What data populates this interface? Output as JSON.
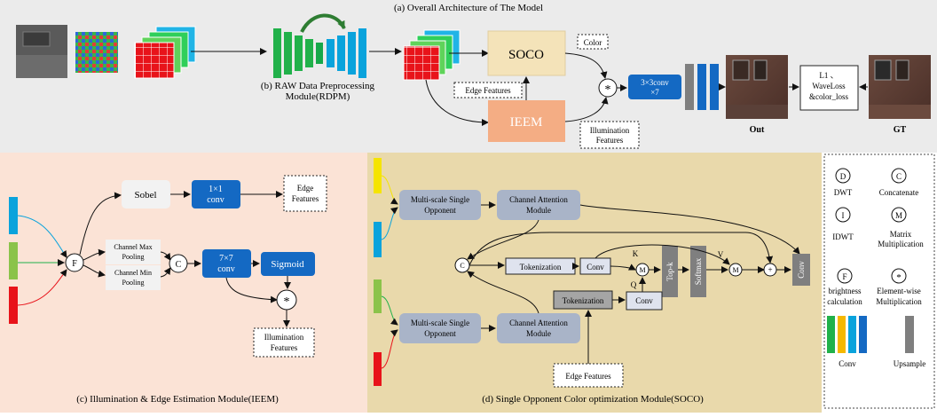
{
  "panel_a": {
    "title": "(a) Overall Architecture of The Model",
    "rdpm_line1": "(b) RAW Data Preprocessing",
    "rdpm_line2": "Module(RDPM)",
    "soco_label": "SOCO",
    "ieem_label": "IEEM",
    "color_label": "Color",
    "edge_features": "Edge Features",
    "illum_line1": "Illumination",
    "illum_line2": "Features",
    "conv_line1": "3×3conv",
    "conv_line2": "×7",
    "loss_line1": "L1 、",
    "loss_line2": "WaveLoss",
    "loss_line3": "&color_loss",
    "out_label": "Out",
    "gt_label": "GT",
    "star_symbol": "*"
  },
  "panel_c": {
    "title": "(c) Illumination & Edge Estimation Module(IEEM)",
    "sobel": "Sobel",
    "conv1_line1": "1×1",
    "conv1_line2": "conv",
    "edge_line1": "Edge",
    "edge_line2": "Features",
    "f_symbol": "F",
    "max_line1": "Channel Max",
    "max_line2": "Pooling",
    "min_line1": "Channel Min",
    "min_line2": "Pooling",
    "c_symbol": "C",
    "conv7_line1": "7×7",
    "conv7_line2": "conv",
    "sigmoid": "Sigmoid",
    "star_symbol": "*",
    "illum_line1": "Illumination",
    "illum_line2": "Features"
  },
  "panel_d": {
    "title": "(d) Single Opponent Color optimization Module(SOCO)",
    "msso_line1": "Multi-scale Single",
    "msso_line2": "Opponent",
    "cam_line1": "Channel Attention",
    "cam_line2": "Module",
    "c_symbol": "C",
    "tokenization": "Tokenization",
    "conv": "Conv",
    "m_symbol": "M",
    "k_label": "K",
    "q_label": "Q",
    "v_label": "V",
    "topk": "Top-k",
    "softmax": "Softmax",
    "plus_symbol": "+",
    "edge_features": "Edge Features"
  },
  "legend": {
    "d_symbol": "D",
    "dwt": "DWT",
    "c_symbol": "C",
    "concatenate": "Concatenate",
    "i_symbol": "I",
    "idwt": "IDWT",
    "m_symbol": "M",
    "matmul_line1": "Matrix",
    "matmul_line2": "Multiplication",
    "f_symbol": "F",
    "brightness_line1": "brightness",
    "brightness_line2": "calculation",
    "star_symbol": "*",
    "elementwise_line1": "Element-wise",
    "elementwise_line2": "Multiplication",
    "conv": "Conv",
    "upsample": "Upsample"
  },
  "colors": {
    "panel_a_bg": "#ebebeb",
    "panel_c_bg": "#fbe3d6",
    "panel_d_bg": "#e9d9ab",
    "soco_box": "#f4e3b9",
    "ieem_box": "#f4ad84",
    "conv_blue": "#1469c3",
    "gray_box": "#a9b4c8",
    "rdpm_green": "#21b14a",
    "rdpm_blue": "#0aa3dc"
  }
}
